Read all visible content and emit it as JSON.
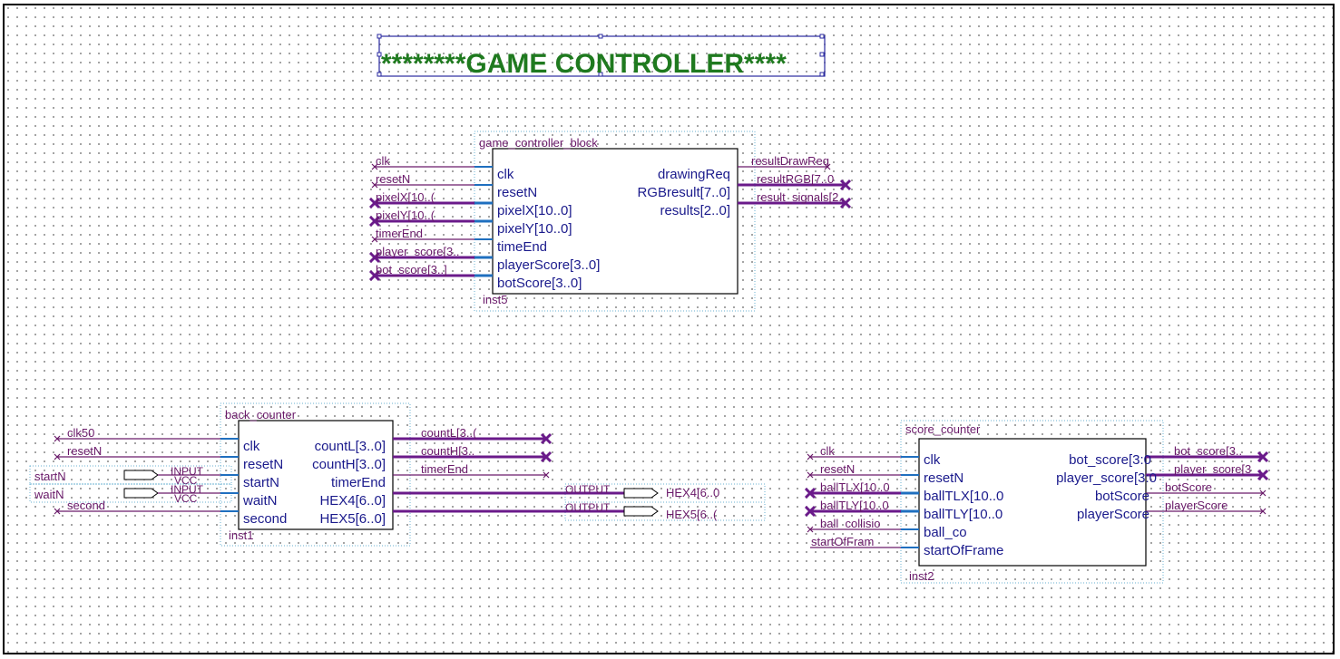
{
  "title": "********GAME CONTROLLER****",
  "blocks": {
    "game": {
      "name": "game_controller_block",
      "instance": "inst5",
      "inputs": [
        "clk",
        "resetN",
        "pixelX[10..0]",
        "pixelY[10..0]",
        "timeEnd",
        "playerScore[3..0]",
        "botScore[3..0]"
      ],
      "outputs": [
        "drawingReq",
        "RGBresult[7..0]",
        "results[2..0]"
      ],
      "in_nets": [
        "clk",
        "resetN",
        "pixelX[10..(",
        "pixelY[10..(",
        "timerEnd",
        "player_score[3..",
        "bot_score[3..]"
      ],
      "out_nets": [
        "resultDrawReq",
        "resultRGB[7..0",
        "result_signals[2.."
      ]
    },
    "back": {
      "name": "back_counter",
      "instance": "inst1",
      "inputs": [
        "clk",
        "resetN",
        "startN",
        "waitN",
        "second"
      ],
      "outputs": [
        "countL[3..0]",
        "countH[3..0]",
        "timerEnd",
        "HEX4[6..0]",
        "HEX5[6..0]"
      ],
      "in_nets": [
        "clk50",
        "resetN",
        "startN",
        "waitN",
        "second"
      ],
      "out_nets": [
        "countL[3..(",
        "countH[3..",
        "timerEnd"
      ],
      "input_pins": [
        {
          "type": "INPUT",
          "value": "VCC"
        },
        {
          "type": "INPUT",
          "value": "VCC"
        }
      ],
      "output_pins": [
        {
          "type": "OUTPUT",
          "name": "HEX4[6..0"
        },
        {
          "type": "OUTPUT",
          "name": "HEX5[6..("
        }
      ]
    },
    "score": {
      "name": "score_counter",
      "instance": "inst2",
      "inputs": [
        "clk",
        "resetN",
        "ballTLX[10..0",
        "ballTLY[10..0",
        "ball_co",
        "startOfFrame"
      ],
      "outputs": [
        "bot_score[3:0",
        "player_score[3:0",
        "botScore",
        "playerScore"
      ],
      "in_nets": [
        "clk",
        "resetN",
        "ballTLX[10..0",
        "ballTLY[10..0",
        "ball_collisio",
        "startOfFram"
      ],
      "out_nets": [
        "bot_score[3..",
        "player_score[3",
        "botScore",
        "playerScore"
      ]
    }
  },
  "colors": {
    "port": "#1a1a8c",
    "net": "#6a1a6a",
    "title": "#1f7a1f",
    "stub": "#1f6fbf"
  }
}
